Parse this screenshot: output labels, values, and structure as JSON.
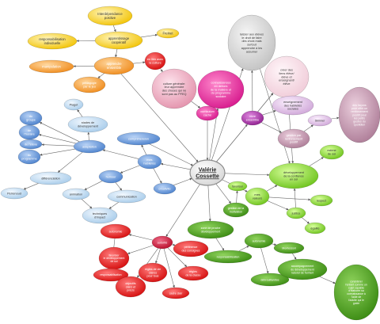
{
  "colors": {
    "yellow": "#f6c90e",
    "orange": "#f49a2c",
    "red": "#e31b1b",
    "crimson": "#c8102e",
    "pink": "#e8a0b6",
    "magenta": "#e0249a",
    "purple": "#9b2a9b",
    "lavender": "#d9b6e0",
    "mauve": "#b78aa3",
    "lightblue": "#b7d7f0",
    "blue": "#5a8fd6",
    "green": "#4a9d1f",
    "lime": "#7ed321",
    "grey": "#d0d0d0",
    "lightpink": "#f7dde5"
  },
  "center": {
    "line1": "Valérie",
    "line2": "Cossette"
  },
  "nodes": {
    "interdependance": [
      "Interdépendance",
      "positive"
    ],
    "apprentissage": [
      "apprentissage",
      "coopératif"
    ],
    "responsabilisation": [
      "responsabilisation",
      "individuelle"
    ],
    "freinet": [
      "Freinet"
    ],
    "manipulation": [
      "manipulation"
    ],
    "apprendre": [
      "apprendre",
      "ensemble"
    ],
    "en_lien_culture": [
      "en lien avec",
      "la culture"
    ],
    "pedagogie": [
      "pédagogie",
      "par le jeu"
    ],
    "culture_generale": [
      "culture générale:",
      "leur apprendre",
      "des choses qui ne",
      "sont pas au PFEQ"
    ],
    "connaissances": [
      "connaissances",
      "en dehors",
      "de la matière et",
      "du programme",
      "scolaire"
    ],
    "curriculum": [
      "curriculum",
      "caché"
    ],
    "laisser_eleves": [
      "laisser aux élèves",
      "le droit de faire",
      "des choix mais",
      "surtout",
      "apprendre à les",
      "assumer"
    ],
    "creer_liens": [
      "créer des",
      "liens élève/",
      "élève et",
      "enseignant/",
      "élève"
    ],
    "enseignement_habiletes": [
      "enseignement",
      "des habiletés",
      "sociales"
    ],
    "vie_ensemble": [
      "vivre",
      "ensemble"
    ],
    "skinner": [
      "Skinner"
    ],
    "facons_offrir": [
      "des façons",
      "pour offrir un",
      "renforcement",
      "positif pour",
      "les petits",
      "gestes du",
      "quotidien"
    ],
    "gestion": [
      "gestion par",
      "renforcement",
      "positif"
    ],
    "estime": [
      "estime",
      "de soi"
    ],
    "developpement_confiance": [
      "développement",
      "de la confiance",
      "en soi"
    ],
    "respect": [
      "respect"
    ],
    "justice": [
      "justice"
    ],
    "egalite": [
      "égalité"
    ],
    "mes_valeurs": [
      "mes",
      "valeurs"
    ],
    "piaget": [
      "Piaget"
    ],
    "stades": [
      "stades de",
      "développement"
    ],
    "du_groupe": [
      "du",
      "groupe"
    ],
    "de_lhoraire": [
      "de",
      "l'horaire"
    ],
    "de_leleve": [
      "de l'élève"
    ],
    "du_programme": [
      "du",
      "programme"
    ],
    "adaptation": [
      "adaptation"
    ],
    "differenciation": [
      "différenciation"
    ],
    "perrenoud": [
      "Perrenoud"
    ],
    "comprehension": [
      "compréhension"
    ],
    "mes_habiletes": [
      "mes",
      "habiletés"
    ],
    "humour": [
      "humour"
    ],
    "creativite": [
      "créativité"
    ],
    "animation": [
      "animation"
    ],
    "communication": [
      "communication"
    ],
    "techniques": [
      "techniques",
      "d'impact"
    ],
    "autonomie": [
      "autonomie"
    ],
    "autorite": [
      "autorité"
    ],
    "favoriser_dev": [
      "favoriser",
      "le développement",
      "de soi"
    ],
    "responsabilisation2": [
      "responsabilisation"
    ],
    "pertinence": [
      "pertinence",
      "des consignes"
    ],
    "objectifs": [
      "objectifs",
      "clairs et",
      "précis"
    ],
    "cadre_clair": [
      "cadre clair"
    ],
    "regles_vie": [
      "règles de vie",
      "claires",
      "pour tous"
    ],
    "regles_classe": [
      "règles",
      "de la classe"
    ],
    "gestion_motivation": [
      "gestion de la",
      "motivation"
    ],
    "favoriser": [
      "favoriser"
    ],
    "zone_proche": [
      "zone de proche",
      "développement"
    ],
    "montessori": [
      "Montessori"
    ],
    "responsabilisation3": [
      "responsabilisation"
    ],
    "debrouillardise": [
      "débrouillardise"
    ],
    "accompagnement": [
      "accompagnement",
      "du développement",
      "naturel de l'enfant"
    ],
    "enfant_sujet": [
      "considérer",
      "l'enfant comme un",
      "sujet capable",
      "d'élaborer sa",
      "connaissance à",
      "l'aide de",
      "l'adulte qui le",
      "guide"
    ]
  }
}
